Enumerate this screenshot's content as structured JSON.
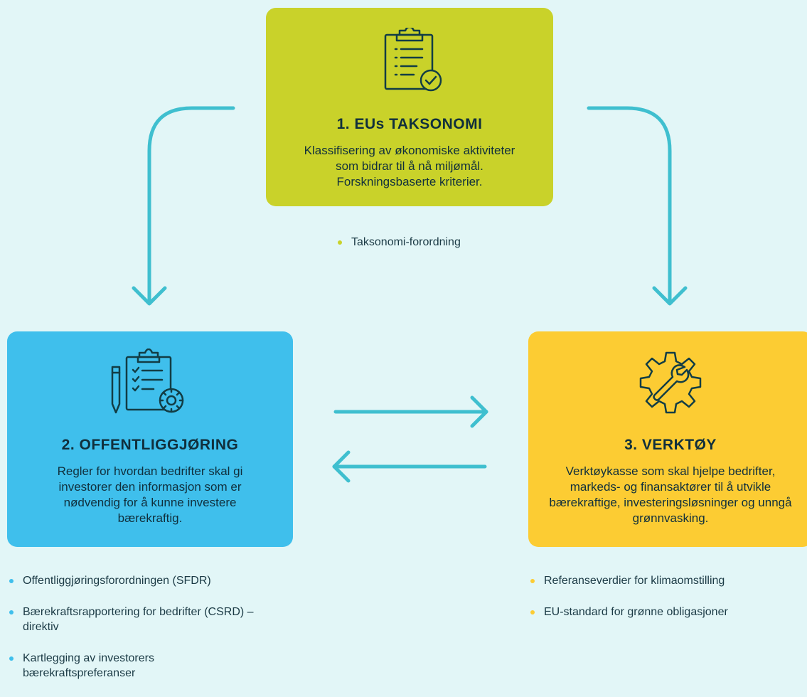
{
  "pillars": [
    {
      "title": "1. EUs TAKSONOMI",
      "description": "Klassifisering av økonomiske aktiviteter som bidrar til å nå miljømål. Forskningsbaserte kriterier.",
      "icon": "clipboard-check-icon",
      "color": "#c9d22a",
      "items": [
        "Taksonomi-forordning"
      ]
    },
    {
      "title": "2. OFFENTLIGGJØRING",
      "description": "Regler for hvordan bedrifter skal gi investorer den informasjon som er nødvendig for å kunne investere bærekraftig.",
      "icon": "clipboard-gear-icon",
      "color": "#3fbfec",
      "items": [
        "Offentliggjøringsforordningen (SFDR)",
        "Bærekraftsrapportering for bedrifter (CSRD) – direktiv",
        "Kartlegging av investorers bærekraftspreferanser"
      ]
    },
    {
      "title": "3. VERKTØY",
      "description": "Verktøykasse som skal hjelpe bedrifter, markeds- og finansaktører til å utvikle bærekraftige, investeringsløsninger og unngå grønnvasking.",
      "icon": "wrench-gear-icon",
      "color": "#fccc33",
      "items": [
        "Referanseverdier for klimaomstilling",
        "EU-standard for grønne obligasjoner"
      ]
    }
  ],
  "arrow_color": "#3fbfcf",
  "text_color": "#102f3c",
  "background": "#e2f6f7"
}
